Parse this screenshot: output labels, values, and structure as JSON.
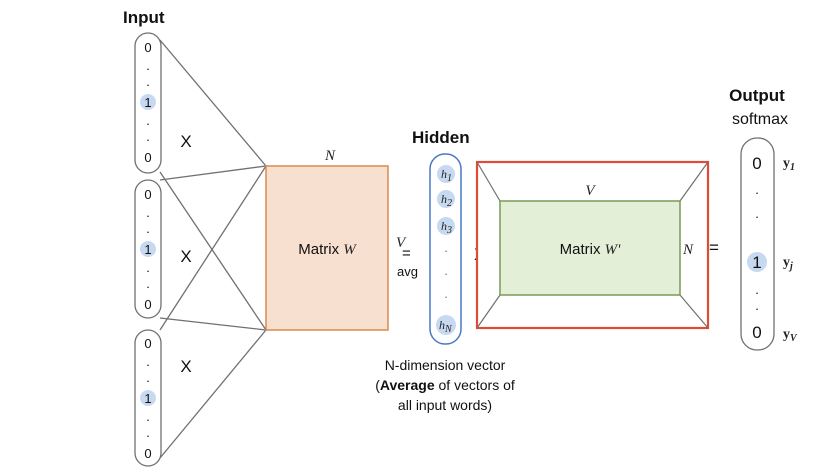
{
  "input": {
    "title": "Input",
    "vectors": [
      {
        "top": "0",
        "dot1": ".",
        "dot2": ".",
        "one": "1",
        "dot3": ".",
        "dot4": ".",
        "bottom": "0"
      },
      {
        "top": "0",
        "dot1": ".",
        "dot2": ".",
        "one": "1",
        "dot3": ".",
        "dot4": ".",
        "bottom": "0"
      },
      {
        "top": "0",
        "dot1": ".",
        "dot2": ".",
        "one": "1",
        "dot3": ".",
        "dot4": ".",
        "bottom": "0"
      }
    ],
    "times_symbol": "X"
  },
  "matrix_w": {
    "label": "Matrix",
    "var": "W",
    "top_label": "N",
    "side_label": "V",
    "equals": "=",
    "avg": "avg",
    "fill": "#f8e0d0",
    "stroke": "#d98a4e"
  },
  "hidden": {
    "title": "Hidden",
    "items": [
      {
        "h": "h",
        "sub": "1"
      },
      {
        "h": "h",
        "sub": "2"
      },
      {
        "h": "h",
        "sub": "3"
      },
      {
        "h": "h",
        "sub": "N"
      }
    ],
    "dots": [
      ".",
      ".",
      "."
    ],
    "times_symbol": "X",
    "stroke": "#4a78c6",
    "caption_line1": "N-dimension vector",
    "caption_line2_prefix": "(",
    "caption_line2_bold": "Average",
    "caption_line2_suffix": " of vectors of",
    "caption_line3": "all input words)"
  },
  "matrix_w_prime": {
    "label": "Matrix",
    "var": "W'",
    "top_label": "V",
    "side_label": "N",
    "equals": "=",
    "fill": "#e3efd6",
    "stroke": "#7a9a58",
    "frame_color": "#e04a36"
  },
  "output": {
    "title": "Output",
    "subtitle": "softmax",
    "values": [
      {
        "v": "0",
        "y": "y",
        "sub": "1"
      },
      {
        "v": "1",
        "y": "y",
        "sub": "j"
      },
      {
        "v": "0",
        "y": "y",
        "sub": "V"
      }
    ],
    "dots": [
      ".",
      ".",
      ".",
      "."
    ]
  },
  "colors": {
    "highlight": "#c7d9f0",
    "line": "#707070"
  }
}
